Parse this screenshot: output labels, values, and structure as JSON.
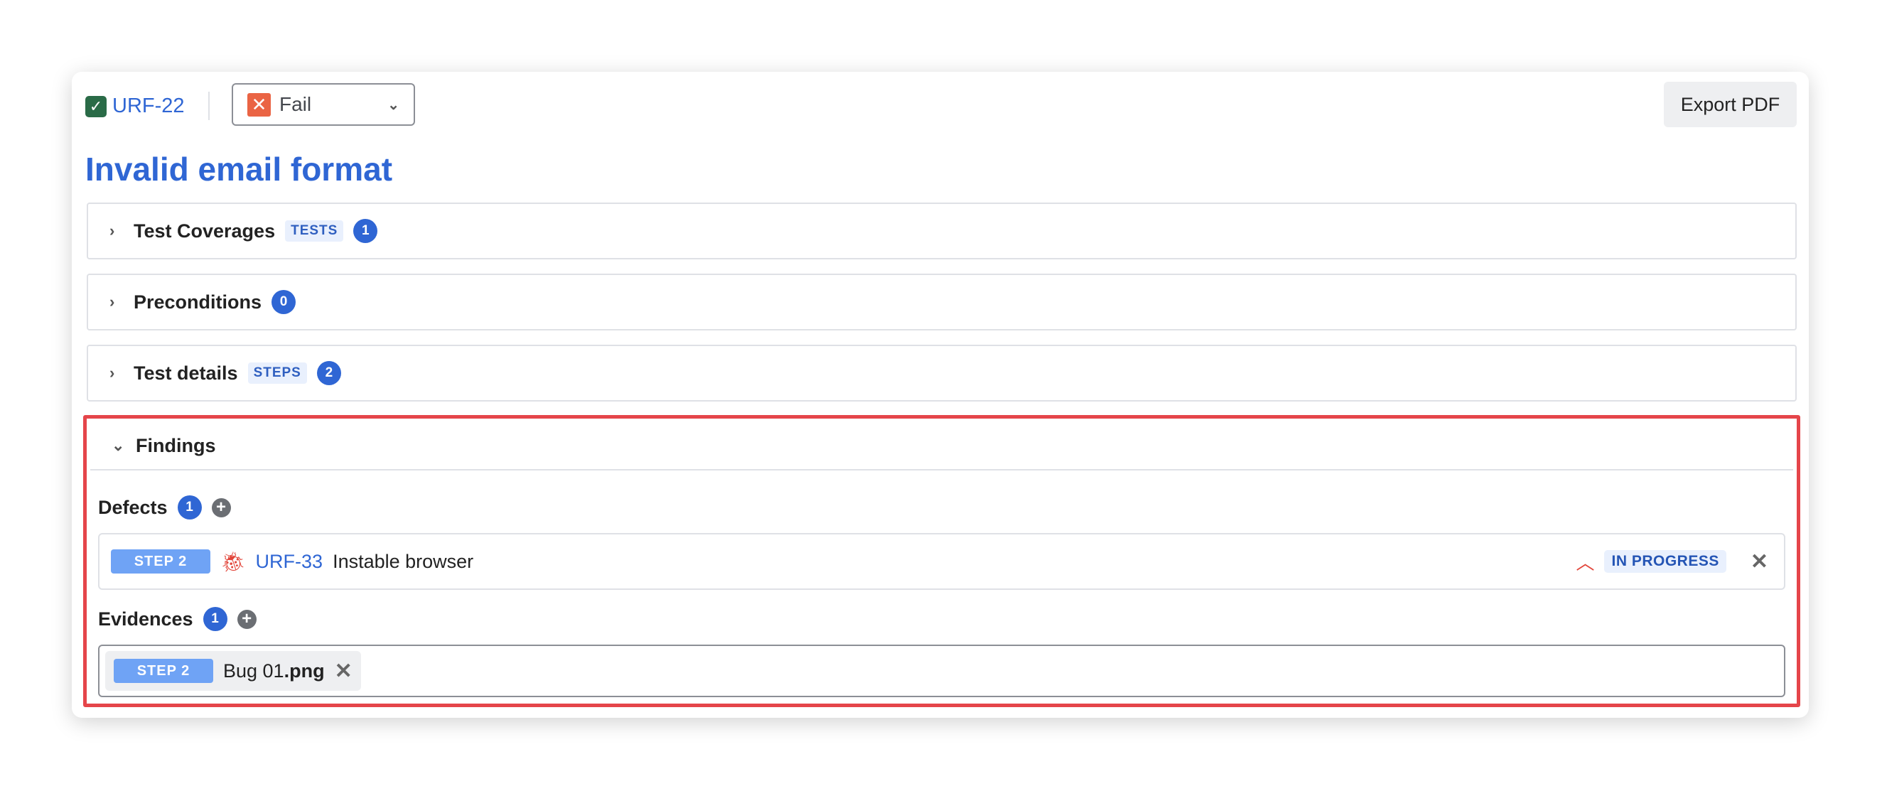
{
  "header": {
    "issue_key": "URF-22",
    "status_value": "Fail",
    "export_label": "Export PDF"
  },
  "title": "Invalid email format",
  "sections": [
    {
      "label": "Test Coverages",
      "lozenge": "TESTS",
      "count": "1"
    },
    {
      "label": "Preconditions",
      "count": "0"
    },
    {
      "label": "Test details",
      "lozenge": "STEPS",
      "count": "2"
    }
  ],
  "findings": {
    "label": "Findings",
    "defects": {
      "label": "Defects",
      "count": "1",
      "items": [
        {
          "step": "STEP 2",
          "key": "URF-33",
          "summary": "Instable browser",
          "status": "IN PROGRESS"
        }
      ]
    },
    "evidences": {
      "label": "Evidences",
      "count": "1",
      "items": [
        {
          "step": "STEP 2",
          "name": "Bug 01",
          "ext": ".png"
        }
      ]
    }
  },
  "colors": {
    "accent": "#2f66d4",
    "fail": "#ea6444",
    "highlight": "#e5454a"
  }
}
